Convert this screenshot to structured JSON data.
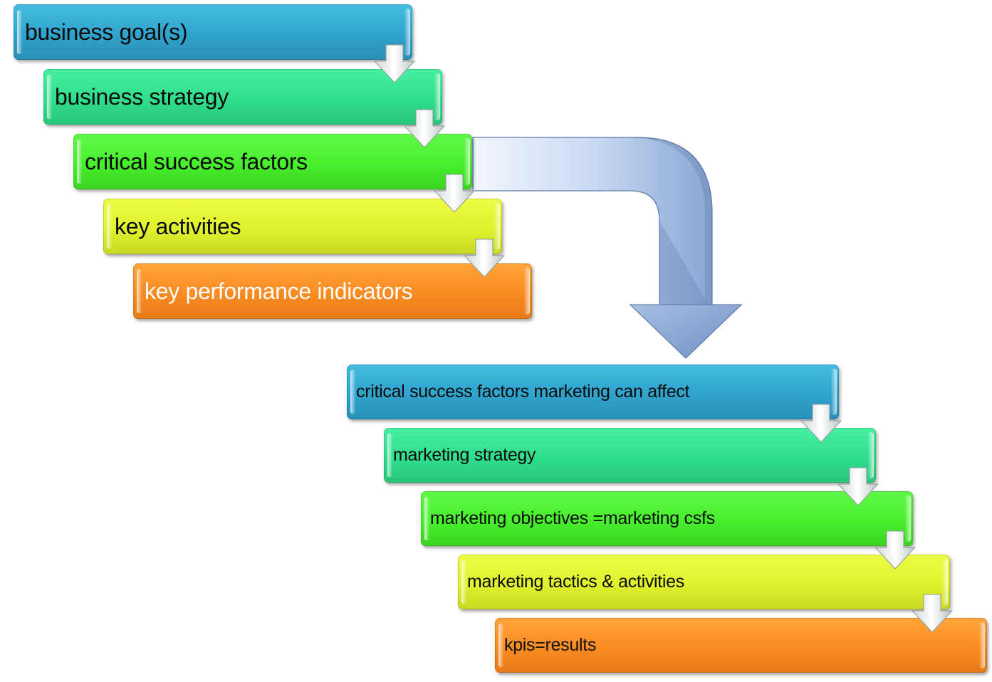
{
  "diagram": {
    "upper_flow": [
      {
        "label": "business goal(s)",
        "color": "blue"
      },
      {
        "label": "business strategy",
        "color": "teal"
      },
      {
        "label": "critical success factors",
        "color": "green"
      },
      {
        "label": "key activities",
        "color": "yellow"
      },
      {
        "label": "key performance indicators",
        "color": "orange"
      }
    ],
    "lower_flow": [
      {
        "label": "critical success factors marketing can affect",
        "color": "blue"
      },
      {
        "label": "marketing strategy",
        "color": "teal"
      },
      {
        "label": "marketing objectives =marketing csfs",
        "color": "green"
      },
      {
        "label": "marketing tactics & activities",
        "color": "yellow"
      },
      {
        "label": "kpis=results",
        "color": "orange"
      }
    ],
    "connector": {
      "icon": "curved-down-arrow-icon",
      "from": "critical success factors",
      "to": "critical success factors marketing can affect"
    },
    "step_icon": "down-arrow-icon",
    "colors": {
      "blue": "#2fa3cc",
      "teal": "#30de8c",
      "green": "#47ef2c",
      "yellow": "#dff22c",
      "orange": "#f98b22",
      "connector": "#7f9fcf"
    }
  }
}
